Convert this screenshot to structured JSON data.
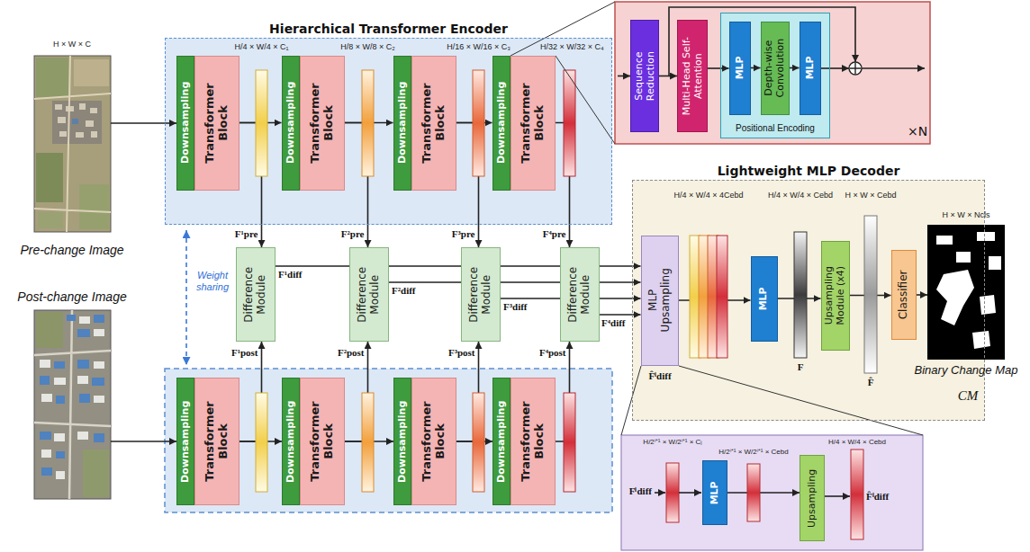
{
  "diagram": {
    "nodes": [
      {
        "text": [
          "Hierarchical Transformer Encoder"
        ]
      },
      {
        "text": [
          "Downsampling"
        ],
        "in": 0
      },
      {
        "text": [
          "Transformer Block"
        ],
        "in": 0
      },
      {
        "text": [
          "Downsampling"
        ],
        "in": 0
      },
      {
        "text": [
          "Transformer Block"
        ],
        "in": 0
      },
      {
        "text": [
          "Downsampling"
        ],
        "in": 0
      },
      {
        "text": [
          "Transformer Block"
        ],
        "in": 0
      },
      {
        "text": [
          "Downsampling"
        ],
        "in": 0
      },
      {
        "text": [
          "Transformer Block"
        ],
        "in": 0
      },
      {
        "text": [
          "Downsampling"
        ]
      },
      {
        "text": [
          "Transformer Block"
        ]
      },
      {
        "text": [
          "Downsampling"
        ]
      },
      {
        "text": [
          "Transformer Block"
        ]
      },
      {
        "text": [
          "Downsampling"
        ]
      },
      {
        "text": [
          "Transformer Block"
        ]
      },
      {
        "text": [
          "Downsampling"
        ]
      },
      {
        "text": [
          "Transformer Block"
        ]
      },
      {
        "text": [
          "Difference Module"
        ]
      },
      {
        "text": [
          "Difference Module"
        ]
      },
      {
        "text": [
          "Difference Module"
        ]
      },
      {
        "text": [
          "Difference Module"
        ]
      },
      {
        "text": [
          "Lightweight MLP Decoder"
        ]
      },
      {
        "text": [
          "MLP Upsampling"
        ],
        "in": 21
      },
      {
        "text": [
          "MLP"
        ],
        "in": 21
      },
      {
        "text": [
          "Upsampling Module (x4)"
        ],
        "in": 21
      },
      {
        "text": [
          "Classifier"
        ],
        "in": 21
      },
      {
        "text": [
          "Sequence Reduction"
        ]
      },
      {
        "text": [
          "Multi-Head Self-Attention"
        ]
      },
      {
        "text": [
          "Positional Encoding"
        ]
      },
      {
        "text": [
          "MLP"
        ],
        "in": 28
      },
      {
        "text": [
          "Depth-wise Convolution"
        ],
        "in": 28
      },
      {
        "text": [
          "MLP"
        ],
        "in": 28
      },
      {
        "text": [
          "MLP"
        ]
      },
      {
        "text": [
          "Upsampling"
        ]
      }
    ],
    "edges": [
      {
        "from": 2,
        "to": 3,
        "arrow": "to"
      },
      {
        "from": 4,
        "to": 5,
        "arrow": "to"
      },
      {
        "from": 6,
        "to": 7,
        "arrow": "to"
      },
      {
        "from": 10,
        "to": 11,
        "arrow": "to"
      },
      {
        "from": 12,
        "to": 13,
        "arrow": "to"
      },
      {
        "from": 14,
        "to": 15,
        "arrow": "to"
      },
      {
        "from": 2,
        "to": 17,
        "arrow": "to"
      },
      {
        "from": 4,
        "to": 18,
        "arrow": "to"
      },
      {
        "from": 6,
        "to": 19,
        "arrow": "to"
      },
      {
        "from": 8,
        "to": 20,
        "arrow": "to"
      },
      {
        "from": 10,
        "to": 17,
        "arrow": "to"
      },
      {
        "from": 12,
        "to": 18,
        "arrow": "to"
      },
      {
        "from": 14,
        "to": 19,
        "arrow": "to"
      },
      {
        "from": 16,
        "to": 20,
        "arrow": "to"
      },
      {
        "from": 17,
        "to": 22,
        "arrow": "to"
      },
      {
        "from": 18,
        "to": 22,
        "arrow": "to"
      },
      {
        "from": 19,
        "to": 22,
        "arrow": "to"
      },
      {
        "from": 20,
        "to": 22,
        "arrow": "to"
      },
      {
        "from": 22,
        "to": 23,
        "arrow": "to"
      },
      {
        "from": 23,
        "to": 24,
        "arrow": "to"
      },
      {
        "from": 24,
        "to": 25,
        "arrow": "to"
      },
      {
        "from": 26,
        "to": 27,
        "arrow": "to"
      },
      {
        "from": 27,
        "to": 29,
        "arrow": "to"
      },
      {
        "from": 29,
        "to": 30,
        "arrow": "to"
      },
      {
        "from": 30,
        "to": 31,
        "arrow": "to"
      },
      {
        "from": 32,
        "to": 33,
        "arrow": "to"
      }
    ],
    "labels": [
      "H × W × C",
      "Pre-change Image",
      "Post-change Image",
      "Weight sharing",
      "H/4 × W/4 × C₁",
      "H/8 × W/8 × C₂",
      "H/16 × W/16 × C₃",
      "H/32 × W/32 × C₄",
      "F¹pre",
      "F²pre",
      "F³pre",
      "F⁴pre",
      "F¹diff",
      "F²diff",
      "F³diff",
      "F⁴diff",
      "F¹post",
      "F²post",
      "F³post",
      "F⁴post",
      "×N",
      "H/4 × W/4 × 4Cebd",
      "H/4 × W/4 × Cebd",
      "H × W × Cebd",
      "H × W × Ncls",
      "F̂ⁱdiff",
      "F",
      "F̂",
      "Binary Change Map",
      "CM",
      "Fⁱdiff",
      "H/2ⁱ⁺¹ × W/2ⁱ⁺¹ × Cᵢ",
      "H/2ⁱ⁺¹ × W/2ⁱ⁺¹ × Cebd",
      "H/4 × W/4 × Cebd",
      "F̂ⁱdiff"
    ]
  }
}
